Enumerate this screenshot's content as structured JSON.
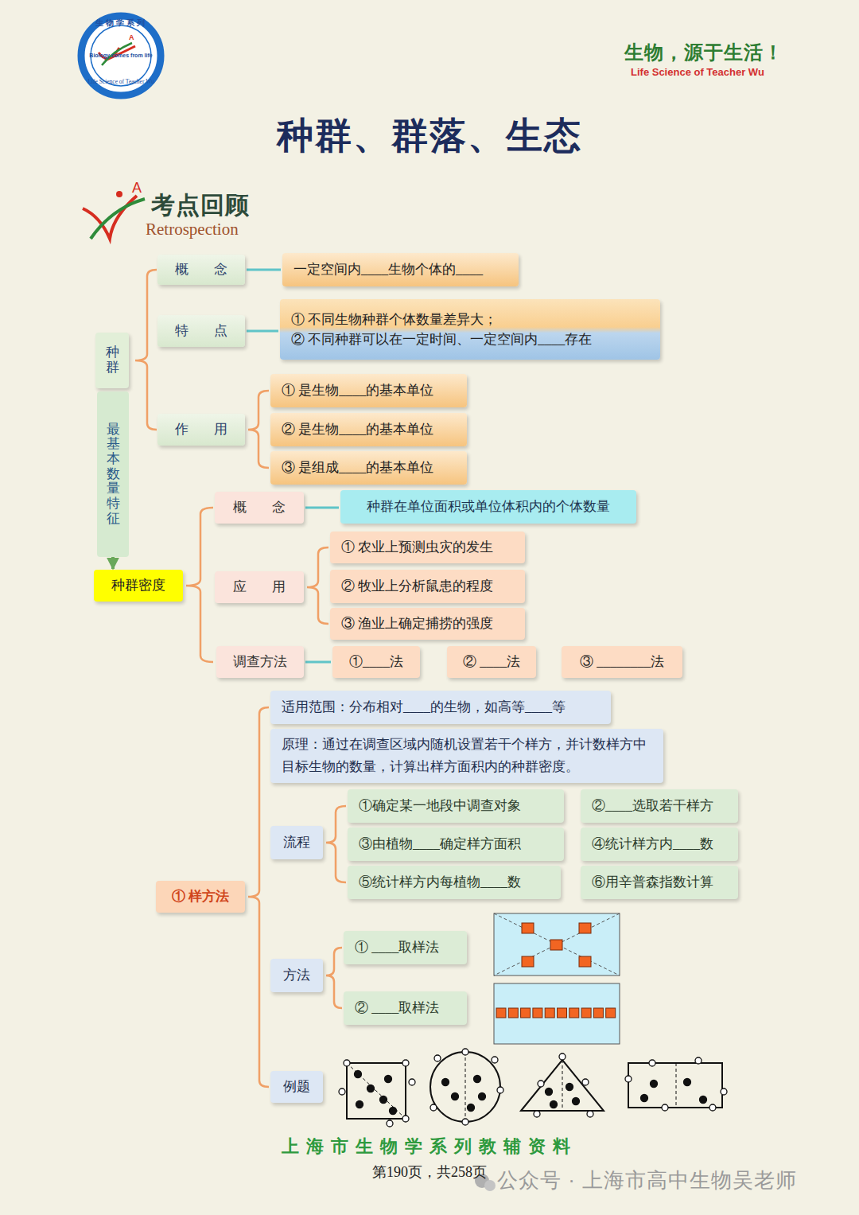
{
  "diagram": {
    "title": "种群、群落、生态",
    "nodes": [
      {
        "text": [
          "种群"
        ]
      },
      {
        "text": [
          "最基本数量特征"
        ]
      },
      {
        "text": [
          "种群密度"
        ]
      },
      {
        "text": [
          "概 念"
        ]
      },
      {
        "text": [
          "一定空间内____生物个体的____"
        ]
      },
      {
        "text": [
          "特 点"
        ]
      },
      {
        "text": [
          "① 不同生物种群个体数量差异大；",
          "② 不同种群可以在一定时间、一定空间内____存在"
        ]
      },
      {
        "text": [
          "作 用"
        ]
      },
      {
        "text": [
          "① 是生物____的基本单位"
        ]
      },
      {
        "text": [
          "② 是生物____的基本单位"
        ]
      },
      {
        "text": [
          "③ 是组成____的基本单位"
        ]
      },
      {
        "text": [
          "概 念"
        ]
      },
      {
        "text": [
          "种群在单位面积或单位体积内的个体数量"
        ]
      },
      {
        "text": [
          "应 用"
        ]
      },
      {
        "text": [
          "① 农业上预测虫灾的发生"
        ]
      },
      {
        "text": [
          "② 牧业上分析鼠患的程度"
        ]
      },
      {
        "text": [
          "③ 渔业上确定捕捞的强度"
        ]
      },
      {
        "text": [
          "调查方法"
        ]
      },
      {
        "text": [
          "①____法"
        ]
      },
      {
        "text": [
          "② ____法"
        ]
      },
      {
        "text": [
          "③ ________法"
        ]
      },
      {
        "text": [
          "① 样方法"
        ]
      },
      {
        "text": [
          "适用范围：分布相对____的生物，如高等____等"
        ]
      },
      {
        "text": [
          "原理：通过在调查区域内随机设置若干个样方，并计数样方中目标生物的数量，计算出样方面积内的种群密度。"
        ]
      },
      {
        "text": [
          "流程"
        ]
      },
      {
        "text": [
          "①确定某一地段中调查对象"
        ]
      },
      {
        "text": [
          "②____选取若干样方"
        ]
      },
      {
        "text": [
          "③由植物____确定样方面积"
        ]
      },
      {
        "text": [
          "④统计样方内____数"
        ]
      },
      {
        "text": [
          "⑤统计样方内每植物____数"
        ]
      },
      {
        "text": [
          "⑥用辛普森指数计算"
        ]
      },
      {
        "text": [
          "方法"
        ]
      },
      {
        "text": [
          "① ____取样法"
        ]
      },
      {
        "text": [
          "② ____取样法"
        ]
      },
      {
        "text": [
          "例题"
        ]
      }
    ],
    "edges": [
      {
        "from": 1,
        "to": 2,
        "arrow": "to"
      },
      {
        "from": 3,
        "to": 4,
        "arrow": "none"
      },
      {
        "from": 5,
        "to": 6,
        "arrow": "none"
      },
      {
        "from": 11,
        "to": 12,
        "arrow": "none"
      },
      {
        "from": 17,
        "to": 18,
        "arrow": "none"
      }
    ],
    "labels": [
      "生物学系列",
      "A",
      "Biology comes from life",
      "Life Science of Teacher Wu",
      "生物，源于生活！",
      "Life Science of Teacher Wu",
      "A",
      "考点回顾",
      "Retrospection",
      "上海市生物学系列教辅资料",
      "第190页，共258页",
      "公众号 · 上海市高中生物吴老师"
    ]
  }
}
